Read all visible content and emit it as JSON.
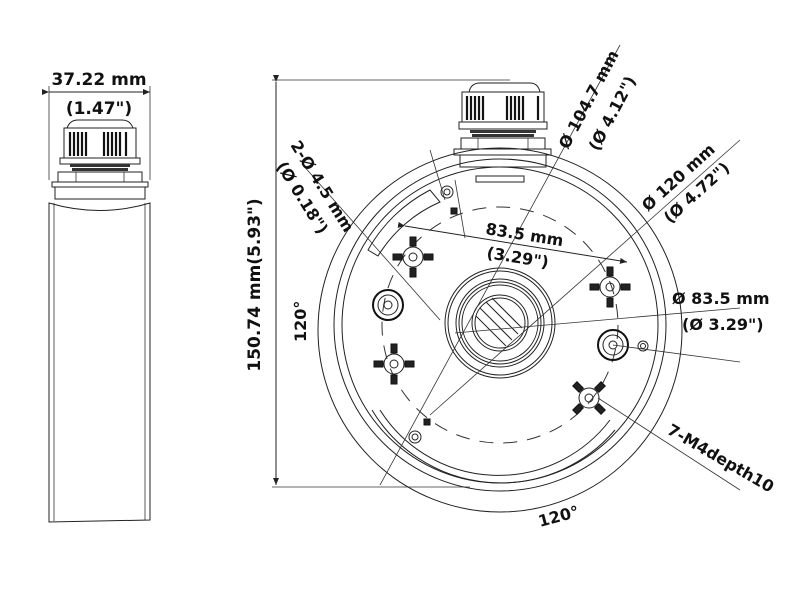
{
  "title": "Junction box dimension drawing",
  "side_view": {
    "width_mm": "37.22 mm",
    "width_in": "(1.47\")"
  },
  "front_view": {
    "height": "150.74 mm(5.93\")",
    "angle_left": "120°",
    "angle_bottom": "120°",
    "hole_spec_mm": "2-Ø 4.5 mm",
    "hole_spec_in": "(Ø 0.18\")",
    "dia_104_mm": "Ø 104.7 mm",
    "dia_104_in": "(Ø 4.12\")",
    "dia_120_mm": "Ø 120 mm",
    "dia_120_in": "(Ø 4.72\")",
    "span_83_mm": "83.5 mm",
    "span_83_in": "(3.29\")",
    "dia_83_mm": "Ø 83.5 mm",
    "dia_83_in": "(Ø 3.29\")",
    "thread_spec": "7-M4depth10"
  }
}
